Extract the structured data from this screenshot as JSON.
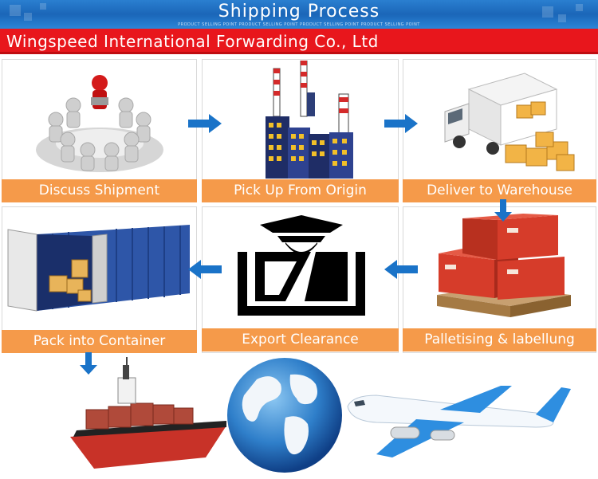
{
  "header": {
    "title": "Shipping Process",
    "tiny_text": "PRODUCT SELLING POINT  PRODUCT SELLING POINT  PRODUCT SELLING POINT  PRODUCT SELLING POINT"
  },
  "company": {
    "name": "Wingspeed International Forwarding Co., Ltd"
  },
  "steps": [
    {
      "label": "Discuss Shipment",
      "icon": "meeting-people-icon"
    },
    {
      "label": "Pick Up From Origin",
      "icon": "factory-icon"
    },
    {
      "label": "Deliver to Warehouse",
      "icon": "delivery-truck-icon"
    },
    {
      "label": "Palletising & labellung",
      "icon": "pallet-boxes-icon"
    },
    {
      "label": "Export Clearance",
      "icon": "customs-officer-icon"
    },
    {
      "label": "Pack  into Container",
      "icon": "shipping-container-icon"
    }
  ],
  "transport": [
    "cargo-ship-icon",
    "globe-icon",
    "airplane-icon"
  ],
  "colors": {
    "header_blue": "#1b66b8",
    "company_red": "#e8161c",
    "label_orange": "#f59a4a",
    "arrow_blue": "#1a73c8"
  }
}
